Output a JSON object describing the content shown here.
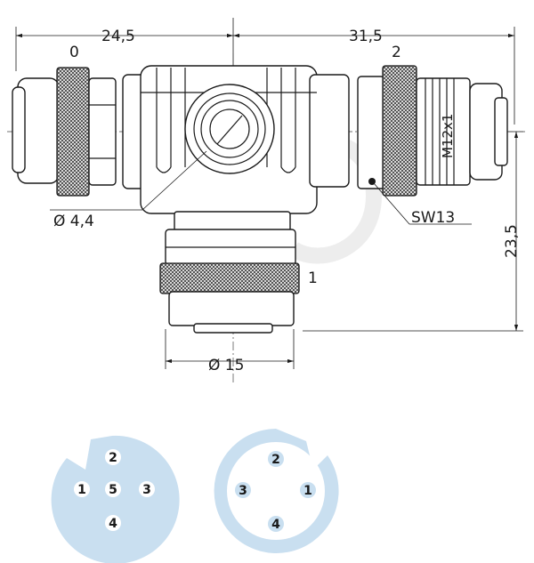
{
  "dimensions": {
    "left_length": "24,5",
    "right_length": "31,5",
    "height": "23,5",
    "hole_diameter": "Ø 4,4",
    "nut_diameter": "Ø 15",
    "wrench": "SW13",
    "thread": "M12x1"
  },
  "port_labels": {
    "left": "0",
    "right": "2",
    "bottom": "1"
  },
  "pinout_female": {
    "pins": [
      "2",
      "1",
      "5",
      "3",
      "4"
    ]
  },
  "pinout_male": {
    "pins": [
      "2",
      "3",
      "1",
      "4"
    ]
  },
  "colors": {
    "pin_face": "#c9dff0",
    "line": "#1a1a1a",
    "knurl": "#4a4a4a"
  }
}
